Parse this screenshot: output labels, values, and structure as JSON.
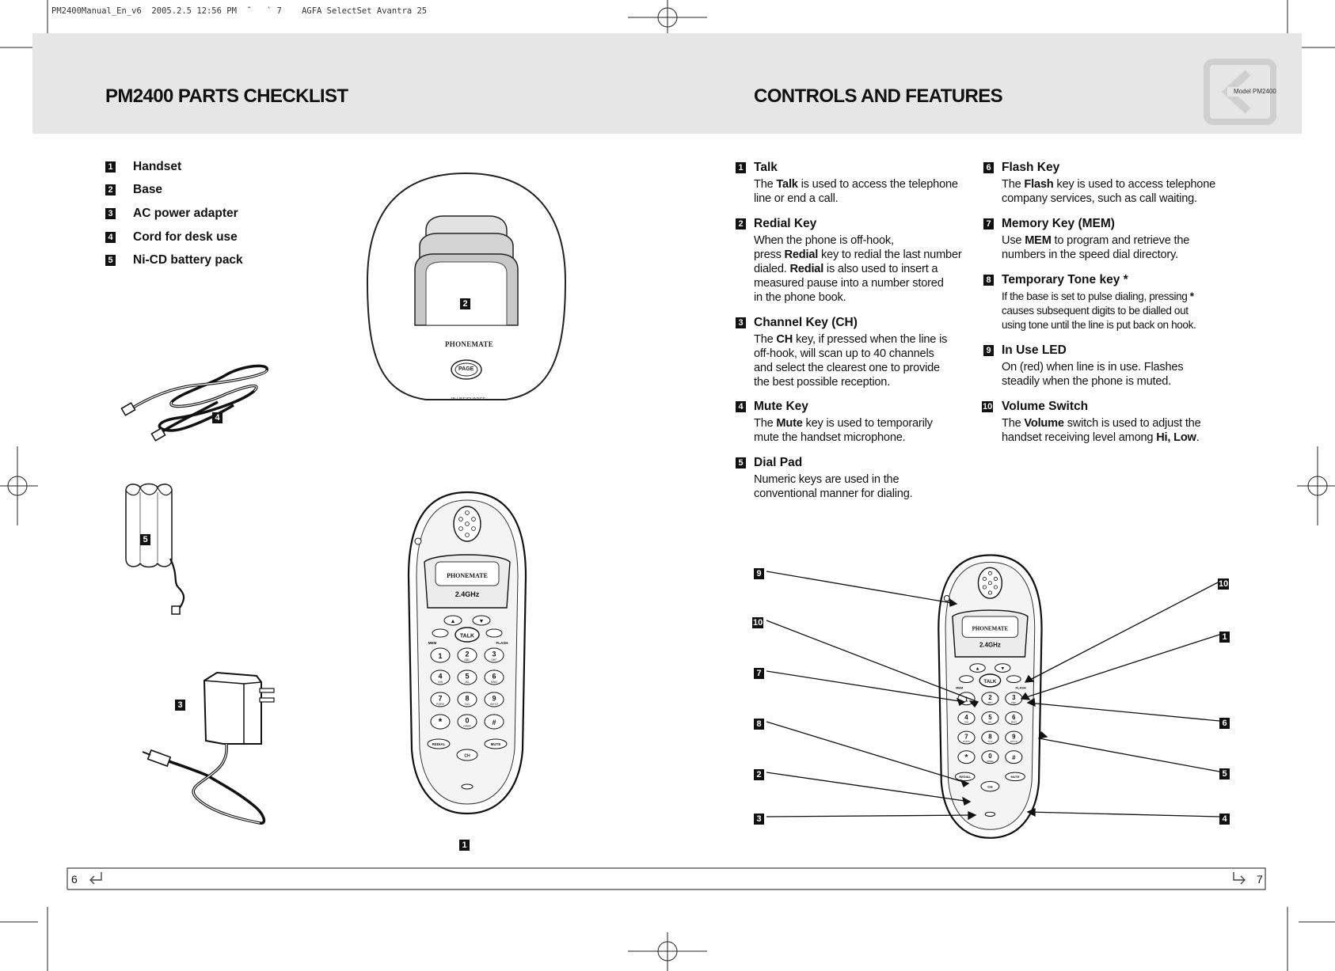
{
  "slug": "PM2400Manual_En_v6  2005.2.5 12:56 PM  ˜   ` 7    AGFA SelectSet Avantra 25",
  "left_page": {
    "title": "PM2400 PARTS CHECKLIST",
    "parts": [
      {
        "num": "1",
        "label": "Handset"
      },
      {
        "num": "2",
        "label": "Base"
      },
      {
        "num": "3",
        "label": "AC power adapter"
      },
      {
        "num": "4",
        "label": "Cord for desk use"
      },
      {
        "num": "5",
        "label": "Ni-CD battery pack"
      }
    ],
    "image_callouts": {
      "base": "2",
      "cord": "4",
      "battery": "5",
      "adapter": "3",
      "handset": "1"
    },
    "base_brand": "PHONEMATE",
    "base_page_button": "PAGE",
    "base_led_label": "IN USE/CHARGE",
    "page_number": "6"
  },
  "right_page": {
    "title": "CONTROLS AND FEATURES",
    "model_label": "Model PM2400",
    "features_left": [
      {
        "num": "1",
        "title": "Talk",
        "desc": [
          "The <b>Talk</b> is used to access the telephone",
          "line or end a call."
        ]
      },
      {
        "num": "2",
        "title": "Redial Key",
        "desc": [
          "When the phone is off-hook,",
          "press <b>Redial</b> key to redial the last number",
          "dialed. <b>Redial</b> is also used to insert a",
          "measured pause into a number stored",
          "in the phone book."
        ]
      },
      {
        "num": "3",
        "title": "Channel Key (CH)",
        "desc": [
          "The <b>CH</b> key, if pressed when the line is",
          "off-hook, will scan up to 40 channels",
          "and select the clearest one to provide",
          "the best possible reception."
        ]
      },
      {
        "num": "4",
        "title": "Mute Key",
        "desc": [
          "The <b>Mute</b> key is used to temporarily",
          "mute the handset microphone."
        ]
      },
      {
        "num": "5",
        "title": "Dial Pad",
        "desc": [
          "Numeric keys are used in the",
          "conventional manner for dialing."
        ]
      }
    ],
    "features_right": [
      {
        "num": "6",
        "title": "Flash Key",
        "desc": [
          "The <b>Flash</b> key is used to access telephone",
          "company services, such as call waiting."
        ]
      },
      {
        "num": "7",
        "title": "Memory Key (MEM)",
        "desc": [
          "Use <b>MEM</b> to program and retrieve the",
          "numbers in the speed dial directory."
        ]
      },
      {
        "num": "8",
        "title": "Temporary Tone key *",
        "desc": [
          "If the base is set to pulse dialing, pressing <b>*</b>",
          "causes subsequent digits to be dialled out",
          "using tone until the line is put back on hook."
        ]
      },
      {
        "num": "9",
        "title": "In Use LED",
        "desc": [
          "On (red) when line is in use. Flashes",
          "steadily when the phone is muted."
        ]
      },
      {
        "num": "10",
        "title": "Volume Switch",
        "desc": [
          "The <b>Volume</b> switch is used to adjust the",
          "handset receiving level among <b>Hi, Low</b>."
        ]
      }
    ],
    "diagram_callouts_left": [
      "9",
      "10",
      "7",
      "8",
      "2",
      "3"
    ],
    "diagram_callouts_right": [
      "10",
      "1",
      "6",
      "5",
      "4"
    ],
    "page_number": "7"
  },
  "handset": {
    "brand": "PHONEMATE",
    "band": "2.4GHz",
    "keys": [
      {
        "main": "1",
        "sub": ""
      },
      {
        "main": "2",
        "sub": "ABC"
      },
      {
        "main": "3",
        "sub": "DEF"
      },
      {
        "main": "4",
        "sub": "GHI"
      },
      {
        "main": "5",
        "sub": "JKL"
      },
      {
        "main": "6",
        "sub": "MNO"
      },
      {
        "main": "7",
        "sub": "PQRS"
      },
      {
        "main": "8",
        "sub": "TUV"
      },
      {
        "main": "9",
        "sub": "WXYZ"
      },
      {
        "main": "*",
        "sub": ""
      },
      {
        "main": "0",
        "sub": "OPER"
      },
      {
        "main": "#",
        "sub": ""
      }
    ],
    "talk": "TALK",
    "mem": "MEM",
    "flash": "FLASH",
    "redial": "REDIAL",
    "mute": "MUTE",
    "ch": "CH"
  }
}
